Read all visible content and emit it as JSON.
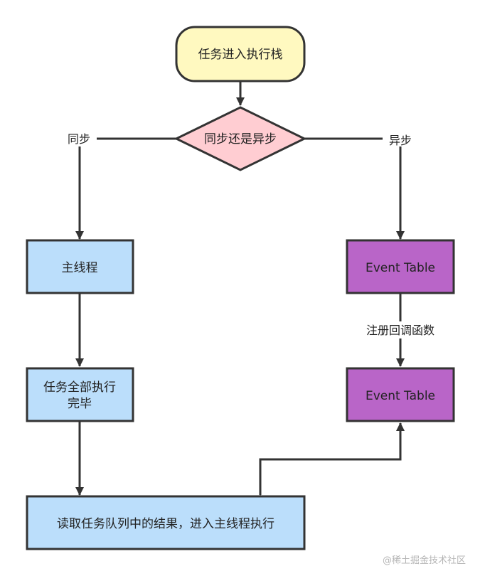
{
  "nodes": {
    "start": {
      "label": "任务进入执行栈",
      "color": "#FFF9C0"
    },
    "decision": {
      "label": "同步还是异步",
      "color": "#FFCDD2"
    },
    "main_thread": {
      "label": "主线程",
      "color": "#BBDEFB"
    },
    "event_table_1": {
      "label": "Event Table",
      "color": "#B965C8"
    },
    "event_table_2": {
      "label": "Event Table",
      "color": "#B965C8"
    },
    "all_done": {
      "line1": "任务全部执行",
      "line2": "完毕",
      "color": "#BBDEFB"
    },
    "read_queue": {
      "label": "读取任务队列中的结果，进入主线程执行",
      "color": "#BBDEFB"
    }
  },
  "edges": {
    "sync_label": "同步",
    "async_label": "异步",
    "register_label": "注册回调函数"
  },
  "watermark": "@稀土掘金技术社区",
  "colors": {
    "stroke": "#333333",
    "background": "#ffffff"
  }
}
